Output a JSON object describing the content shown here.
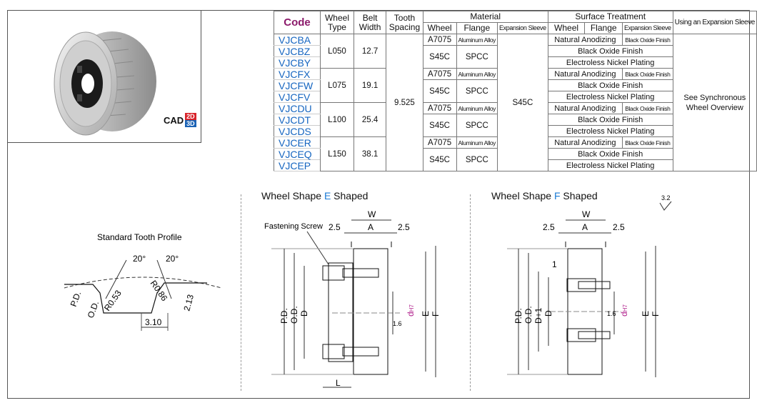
{
  "cad": {
    "label": "CAD",
    "b2": "2D",
    "b3": "3D"
  },
  "table": {
    "h_code": "Code",
    "h_wheel_type": [
      "Wheel",
      "Type"
    ],
    "h_belt_width": [
      "Belt",
      "Width"
    ],
    "h_tooth_spacing": [
      "Tooth",
      "Spacing"
    ],
    "h_material": "Material",
    "h_surface": "Surface Treatment",
    "h_expansion": "Using an Expansion Sleeve",
    "sub_wheel": "Wheel",
    "sub_flange": "Flange",
    "sub_sleeve": "Expansion Sleeve",
    "tooth_spacing": "9.525",
    "sleeve_material": "S45C",
    "see_note": [
      "See Synchronous",
      "Wheel Overview"
    ],
    "groups": [
      {
        "codes": [
          "VJCBA",
          "VJCBZ",
          "VJCBY"
        ],
        "type": "L050",
        "width": "12.7"
      },
      {
        "codes": [
          "VJCFX",
          "VJCFW",
          "VJCFV"
        ],
        "type": "L075",
        "width": "19.1"
      },
      {
        "codes": [
          "VJCDU",
          "VJCDT",
          "VJCDS"
        ],
        "type": "L100",
        "width": "25.4"
      },
      {
        "codes": [
          "VJCER",
          "VJCEQ",
          "VJCEP"
        ],
        "type": "L150",
        "width": "38.1"
      }
    ],
    "mat_a": {
      "wheel": "A7075",
      "flange": "Aluminum Alloy"
    },
    "mat_b": {
      "wheel": "S45C",
      "flange": "SPCC"
    },
    "surf_a": {
      "wheel": "Natural Anodizing",
      "flange": "Black Oxide Finish"
    },
    "surf_b": "Black Oxide Finish",
    "surf_c": "Electroless Nickel Plating"
  },
  "tooth": {
    "title": "Standard Tooth Profile",
    "angle1": "20°",
    "angle2": "20°",
    "pd": "P.D.",
    "od": "O.D.",
    "r1": "R0.53",
    "r2": "R0.86",
    "h": "2.13",
    "w": "3.10"
  },
  "shape_e": {
    "title_pre": "Wheel Shape ",
    "title_hl": "E",
    "title_post": " Shaped",
    "fastening": "Fastening Screw",
    "w": "W",
    "a": "A",
    "d25l": "2.5",
    "d25r": "2.5",
    "pd": "P.D.",
    "od": "O.D.",
    "d": "D",
    "dh": "d",
    "dh_sub": "H7",
    "e": "E",
    "f": "F",
    "r16": "1.6",
    "l": "L"
  },
  "shape_f": {
    "title_pre": "Wheel Shape ",
    "title_hl": "F",
    "title_post": " Shaped",
    "w": "W",
    "a": "A",
    "d25l": "2.5",
    "d25r": "2.5",
    "one": "1",
    "pd": "P.D.",
    "od": "O.D.",
    "d1": "D+1",
    "d": "D",
    "dh": "d",
    "dh_sub": "H7",
    "e": "E",
    "f": "F",
    "r16": "1.6"
  },
  "roughness": "3.2"
}
